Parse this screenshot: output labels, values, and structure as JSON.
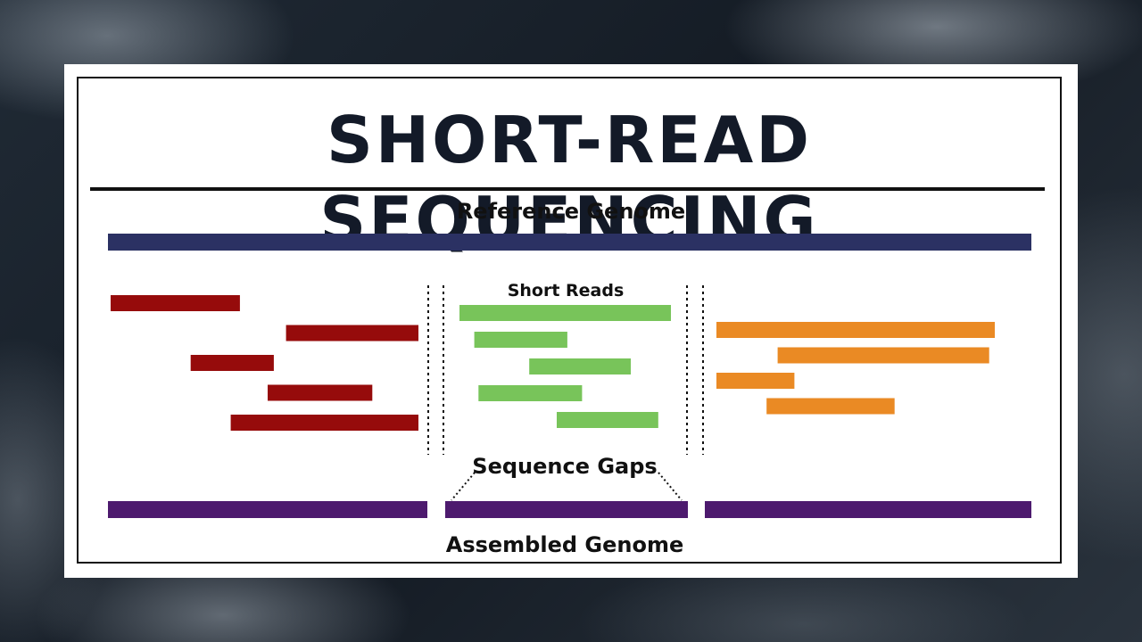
{
  "title": "SHORT-READ SEQUENCING",
  "labels": {
    "reference": "Reference Genome",
    "short_reads": "Short Reads",
    "gaps": "Sequence Gaps",
    "assembled": "Assembled Genome"
  },
  "colors": {
    "reference": "#2b3163",
    "reads_left": "#960b0b",
    "reads_middle": "#78c45a",
    "reads_right": "#ea8a24",
    "assembled": "#4d1a6e"
  },
  "reads": {
    "left": [
      [
        0.0,
        0.42
      ],
      [
        0.57,
        1.0
      ],
      [
        0.26,
        0.53
      ],
      [
        0.51,
        0.85
      ],
      [
        0.39,
        1.0
      ]
    ],
    "middle": [
      [
        0.0,
        1.0
      ],
      [
        0.07,
        0.51
      ],
      [
        0.33,
        0.81
      ],
      [
        0.09,
        0.58
      ],
      [
        0.46,
        0.94
      ]
    ],
    "right": [
      [
        0.0,
        1.0
      ],
      [
        0.22,
        0.98
      ],
      [
        0.0,
        0.28
      ],
      [
        0.18,
        0.64
      ]
    ]
  }
}
